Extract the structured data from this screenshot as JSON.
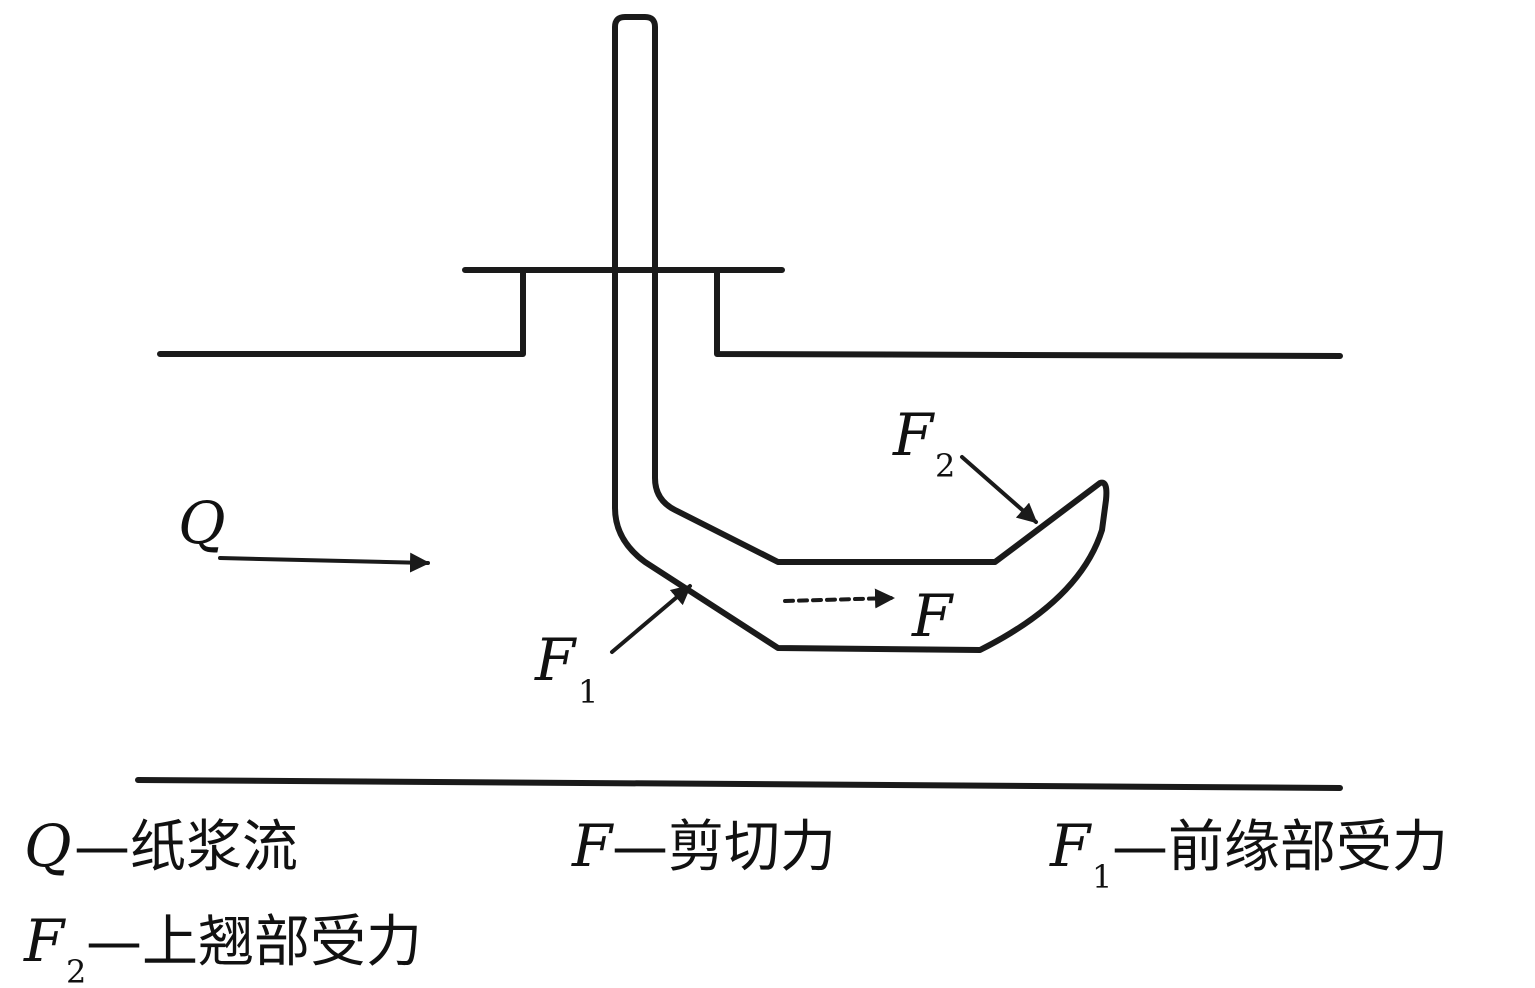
{
  "labels": {
    "Q": "Q",
    "F": "F",
    "F1": "F",
    "F1_sub": "1",
    "F2": "F",
    "F2_sub": "2"
  },
  "legend": [
    {
      "symbol": "Q",
      "sub": "",
      "text": "—纸浆流"
    },
    {
      "symbol": "F",
      "sub": "",
      "text": "—剪切力"
    },
    {
      "symbol": "F",
      "sub": "1",
      "text": "—前缘部受力"
    },
    {
      "symbol": "F",
      "sub": "2",
      "text": "—上翘部受力"
    }
  ]
}
